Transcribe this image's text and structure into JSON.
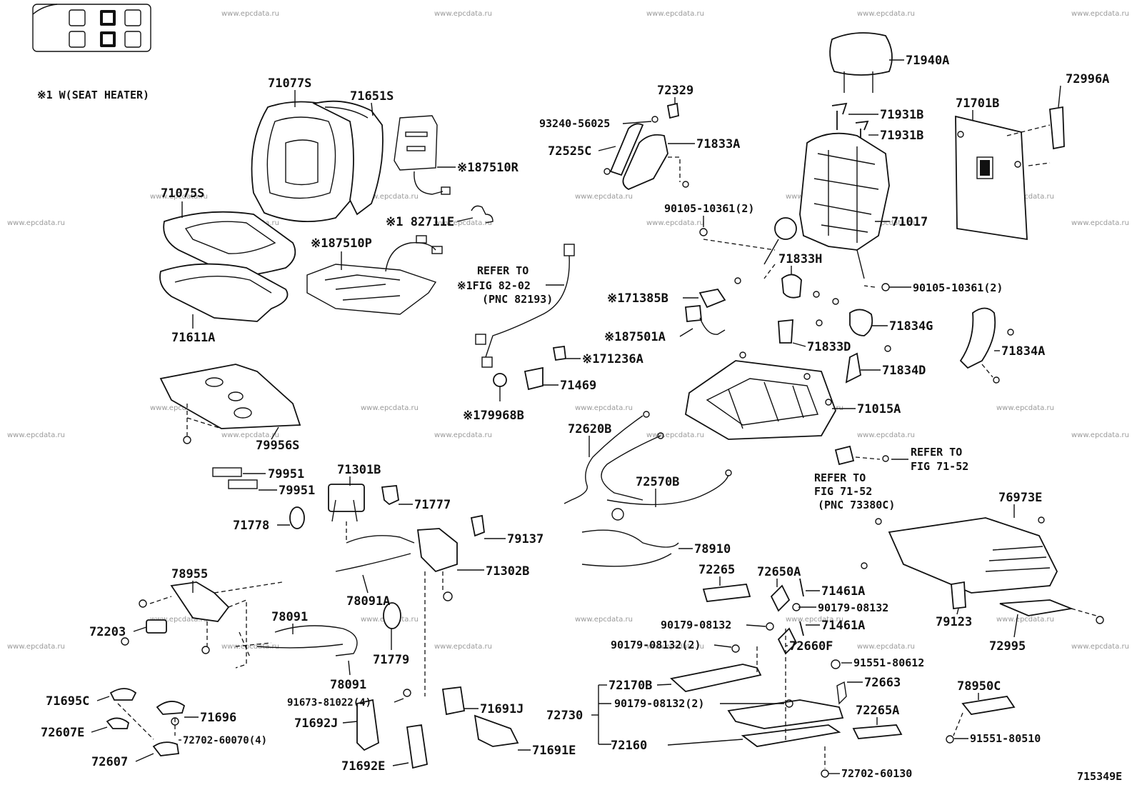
{
  "note": "※1 W(SEAT HEATER)",
  "drawing_number": "715349E",
  "watermark": "www.epcdata.ru",
  "labels": {
    "p71077S": "71077S",
    "p71651S": "71651S",
    "p187510R": "※187510R",
    "p71075S": "71075S",
    "p182711E": "※1 82711E",
    "p187510P": "※187510P",
    "p71611A": "71611A",
    "p79956S": "79956S",
    "p79951a": "79951",
    "p79951b": "79951",
    "p71301B": "71301B",
    "p71777": "71777",
    "p71778": "71778",
    "p79137": "79137",
    "p71302B": "71302B",
    "p78955": "78955",
    "p78091A": "78091A",
    "p72203": "72203",
    "p78091a": "78091",
    "p78091b": "78091",
    "p71779": "71779",
    "p91673": "91673-81022(4)",
    "p71695C": "71695C",
    "p71696": "71696",
    "p72607E": "72607E",
    "p72702_60070": "72702-60070(4)",
    "p72607": "72607",
    "p71692J": "71692J",
    "p71692E": "71692E",
    "p71691J": "71691J",
    "p71691E": "71691E",
    "p72329": "72329",
    "p93240": "93240-56025",
    "p72525C": "72525C",
    "p71833A": "71833A",
    "p90105a": "90105-10361(2)",
    "refer1_line1": "REFER TO",
    "refer1_line2": "※1FIG 82-02",
    "refer1_line3": "(PNC 82193)",
    "p171385B": "※171385B",
    "p187501A": "※187501A",
    "p171236A": "※171236A",
    "p71469": "71469",
    "p179968B": "※179968B",
    "p72620B": "72620B",
    "p72570B": "72570B",
    "p78910": "78910",
    "p72265": "72265",
    "p72650A": "72650A",
    "p71461Aa": "71461A",
    "p90179a": "90179-08132",
    "p90179b": "90179-08132",
    "p71461Ab": "71461A",
    "p90179c": "90179-08132(2)",
    "p72660F": "72660F",
    "p91551_80612": "91551-80612",
    "p72663": "72663",
    "p72170B": "72170B",
    "p90179d": "90179-08132(2)",
    "p72730": "72730",
    "p72265A": "72265A",
    "p72160": "72160",
    "p72702_60130": "72702-60130",
    "p71940A": "71940A",
    "p71931Ba": "71931B",
    "p71931Bb": "71931B",
    "p71017": "71017",
    "p71833H": "71833H",
    "p90105b": "90105-10361(2)",
    "p71834G": "71834G",
    "p71833D": "71833D",
    "p71834D": "71834D",
    "p71015A": "71015A",
    "p72996A": "72996A",
    "p71701B": "71701B",
    "p71834A": "71834A",
    "refer2_line1": "REFER TO",
    "refer2_line2": "FIG 71-52",
    "refer3_line1": "REFER TO",
    "refer3_line2": "FIG 71-52",
    "refer3_line3": "(PNC 73380C)",
    "p76973E": "76973E",
    "p79123": "79123",
    "p72995": "72995",
    "p78950C": "78950C",
    "p91551_80510": "91551-80510"
  }
}
